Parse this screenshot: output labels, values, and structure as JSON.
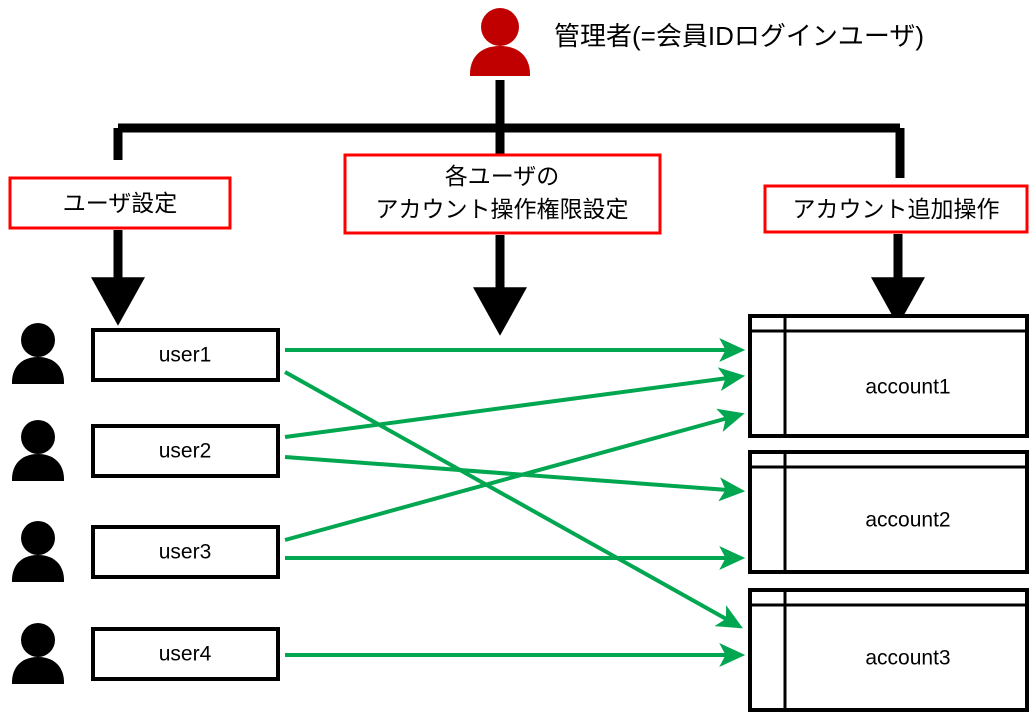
{
  "diagram": {
    "title": "管理者(=会員IDログインユーザ)",
    "admin_icon": "person-icon",
    "colors": {
      "admin_red": "#c00000",
      "redbox_border": "#ff0000",
      "link_green": "#00a650",
      "connector_black": "#000000",
      "background": "#ffffff"
    },
    "operations": [
      {
        "id": "user-settings",
        "label": "ユーザ設定",
        "lines": [
          "ユーザ設定"
        ]
      },
      {
        "id": "account-permission-settings",
        "label": "各ユーザのアカウント操作権限設定",
        "lines": [
          "各ユーザの",
          "アカウント操作権限設定"
        ]
      },
      {
        "id": "account-add-operation",
        "label": "アカウント追加操作",
        "lines": [
          "アカウント追加操作"
        ]
      }
    ],
    "users": [
      {
        "id": "user1",
        "label": "user1",
        "icon": "person-icon"
      },
      {
        "id": "user2",
        "label": "user2",
        "icon": "person-icon"
      },
      {
        "id": "user3",
        "label": "user3",
        "icon": "person-icon"
      },
      {
        "id": "user4",
        "label": "user4",
        "icon": "person-icon"
      }
    ],
    "accounts": [
      {
        "id": "account1",
        "label": "account1"
      },
      {
        "id": "account2",
        "label": "account2"
      },
      {
        "id": "account3",
        "label": "account3"
      }
    ],
    "links": [
      {
        "from": "user1",
        "to": "account1"
      },
      {
        "from": "user1",
        "to": "account3"
      },
      {
        "from": "user2",
        "to": "account1"
      },
      {
        "from": "user2",
        "to": "account2"
      },
      {
        "from": "user3",
        "to": "account1"
      },
      {
        "from": "user3",
        "to": "account2"
      },
      {
        "from": "user4",
        "to": "account3"
      }
    ]
  }
}
